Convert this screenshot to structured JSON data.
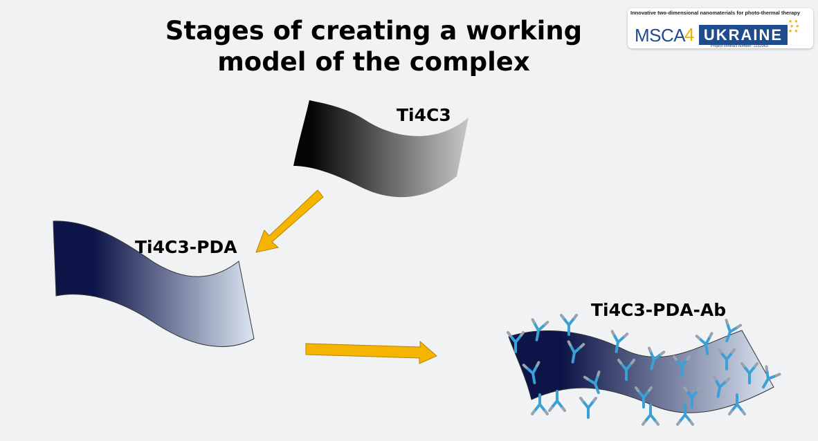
{
  "slide": {
    "title_line1": "Stages of creating a working",
    "title_line2": "model of the complex"
  },
  "logo": {
    "tagline": "Innovative two-dimensional nanomaterials for photo-thermal therapy",
    "msca": "MSCA",
    "four": "4",
    "ukraine": "UKRAINE",
    "contract": "Project contract number: 1232963"
  },
  "stages": [
    {
      "label": "Ti4C3"
    },
    {
      "label": "Ti4C3-PDA"
    },
    {
      "label": "Ti4C3-PDA-Ab"
    }
  ],
  "colors": {
    "arrow": "#f5b400",
    "arrow_outline": "#b88400",
    "pda_dark": "#0d1548",
    "pda_light": "#dce6f2",
    "ti_dark": "#050505",
    "ti_light": "#c8c8c8",
    "antibody": "#3aa0d6"
  }
}
